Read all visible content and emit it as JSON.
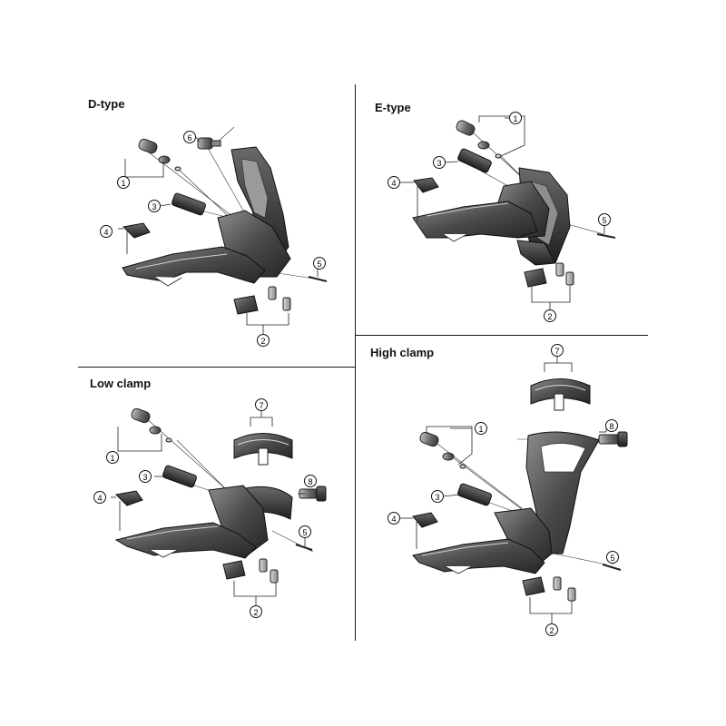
{
  "panels": [
    {
      "title": "D-type"
    },
    {
      "title": "E-type"
    },
    {
      "title": "Low clamp"
    },
    {
      "title": "High clamp"
    }
  ],
  "callouts": {
    "n1": "1",
    "n2": "2",
    "n3": "3",
    "n4": "4",
    "n5": "5",
    "n6": "6",
    "n7": "7",
    "n8": "8"
  }
}
